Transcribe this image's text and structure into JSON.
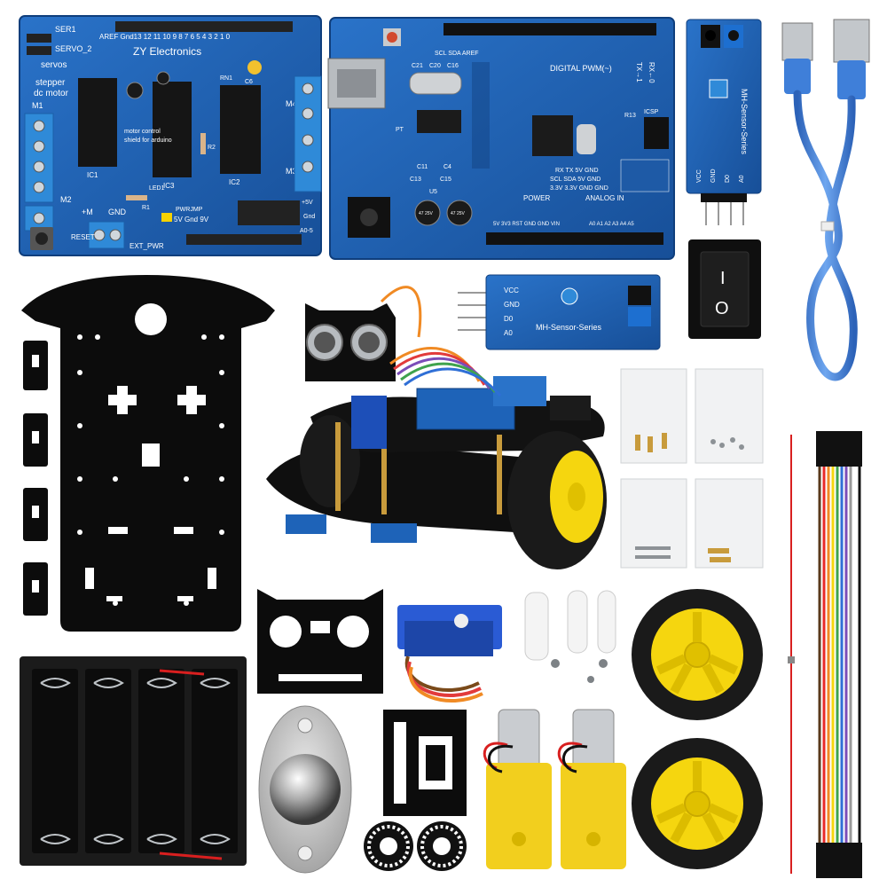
{
  "motor_shield": {
    "brand": "ZY Electronics",
    "pin_labels": {
      "ser1": "SER1",
      "servo2": "SERVO_2",
      "servos": "servos",
      "stepper": "stepper",
      "dc_motor": "dc motor",
      "m1": "M1",
      "m2": "M2",
      "m3": "M3",
      "m4": "M4",
      "gnd": "GND",
      "plus_m": "+M",
      "reset": "RESET",
      "ext_pwr": "EXT_PWR",
      "pwrjmp": "PWRJMP",
      "fivev_gnd_9v": "5V Gnd 9V",
      "ic1": "IC1",
      "ic2": "IC2",
      "ic3": "IC3",
      "led1": "LED1",
      "r1": "R1",
      "r2": "R2",
      "rn1": "RN1",
      "c6": "C6",
      "motor_text_1": "motor control",
      "motor_text_2": "shield for arduino",
      "plus5v": "+5V",
      "gnd2": "Gnd",
      "a0_5": "A0-5",
      "top_header": "AREF Gnd13 12 11 10 9 8    7 6 5 4 3 2 1 0"
    }
  },
  "arduino_board": {
    "digital_pwm": "DIGITAL PWM(~)",
    "tx": "TX→1",
    "rx": "RX←0",
    "power": "POWER",
    "analog_in": "ANALOG IN",
    "scl_sda": "SCL SDA AREF",
    "icsp": "ICSP",
    "c21": "C21",
    "c20": "C20",
    "c16": "C16",
    "c13": "C13",
    "c15": "C15",
    "c11": "C11",
    "c4": "C4",
    "u5": "U5",
    "pt": "PT",
    "r13": "R13",
    "cap1": "47 25V",
    "cap2": "47 25V",
    "rx_tx_5v_gnd": "RX  TX  5V  GND",
    "scl_sda_5v_gnd": "SCL SDA  5V  GND",
    "three_v": "3.3V 3.3V GND GND",
    "power_pins": "5V 3V3 RST GND GND VIN",
    "analog_pins": "A0 A1 A2 A3 A4 A5"
  },
  "sensor_top": {
    "name": "MH-Sensor-Series",
    "pins": [
      "VCC",
      "GND",
      "D0",
      "A0"
    ]
  },
  "sensor_middle": {
    "name": "MH-Sensor-Series",
    "pins": [
      "VCC",
      "GND",
      "D0",
      "A0"
    ]
  },
  "switch": {
    "on": "I",
    "off": "O"
  },
  "colors": {
    "pcb_blue": "#1e63b8",
    "pcb_dark": "#14468a",
    "acrylic_black": "#111111",
    "wheel_yellow": "#f5d60f",
    "tire": "#1a1a1a",
    "cable_blue": "#3f7fd9",
    "motor_yellow": "#f2cf1e"
  },
  "icons": [
    "usb-cable-icon",
    "rocker-switch-icon",
    "screw-bag-icon",
    "jumper-wires-icon",
    "servo-icon",
    "wheel-icon",
    "gear-motor-icon",
    "battery-holder-icon",
    "caster-ball-icon",
    "encoder-disc-icon"
  ]
}
